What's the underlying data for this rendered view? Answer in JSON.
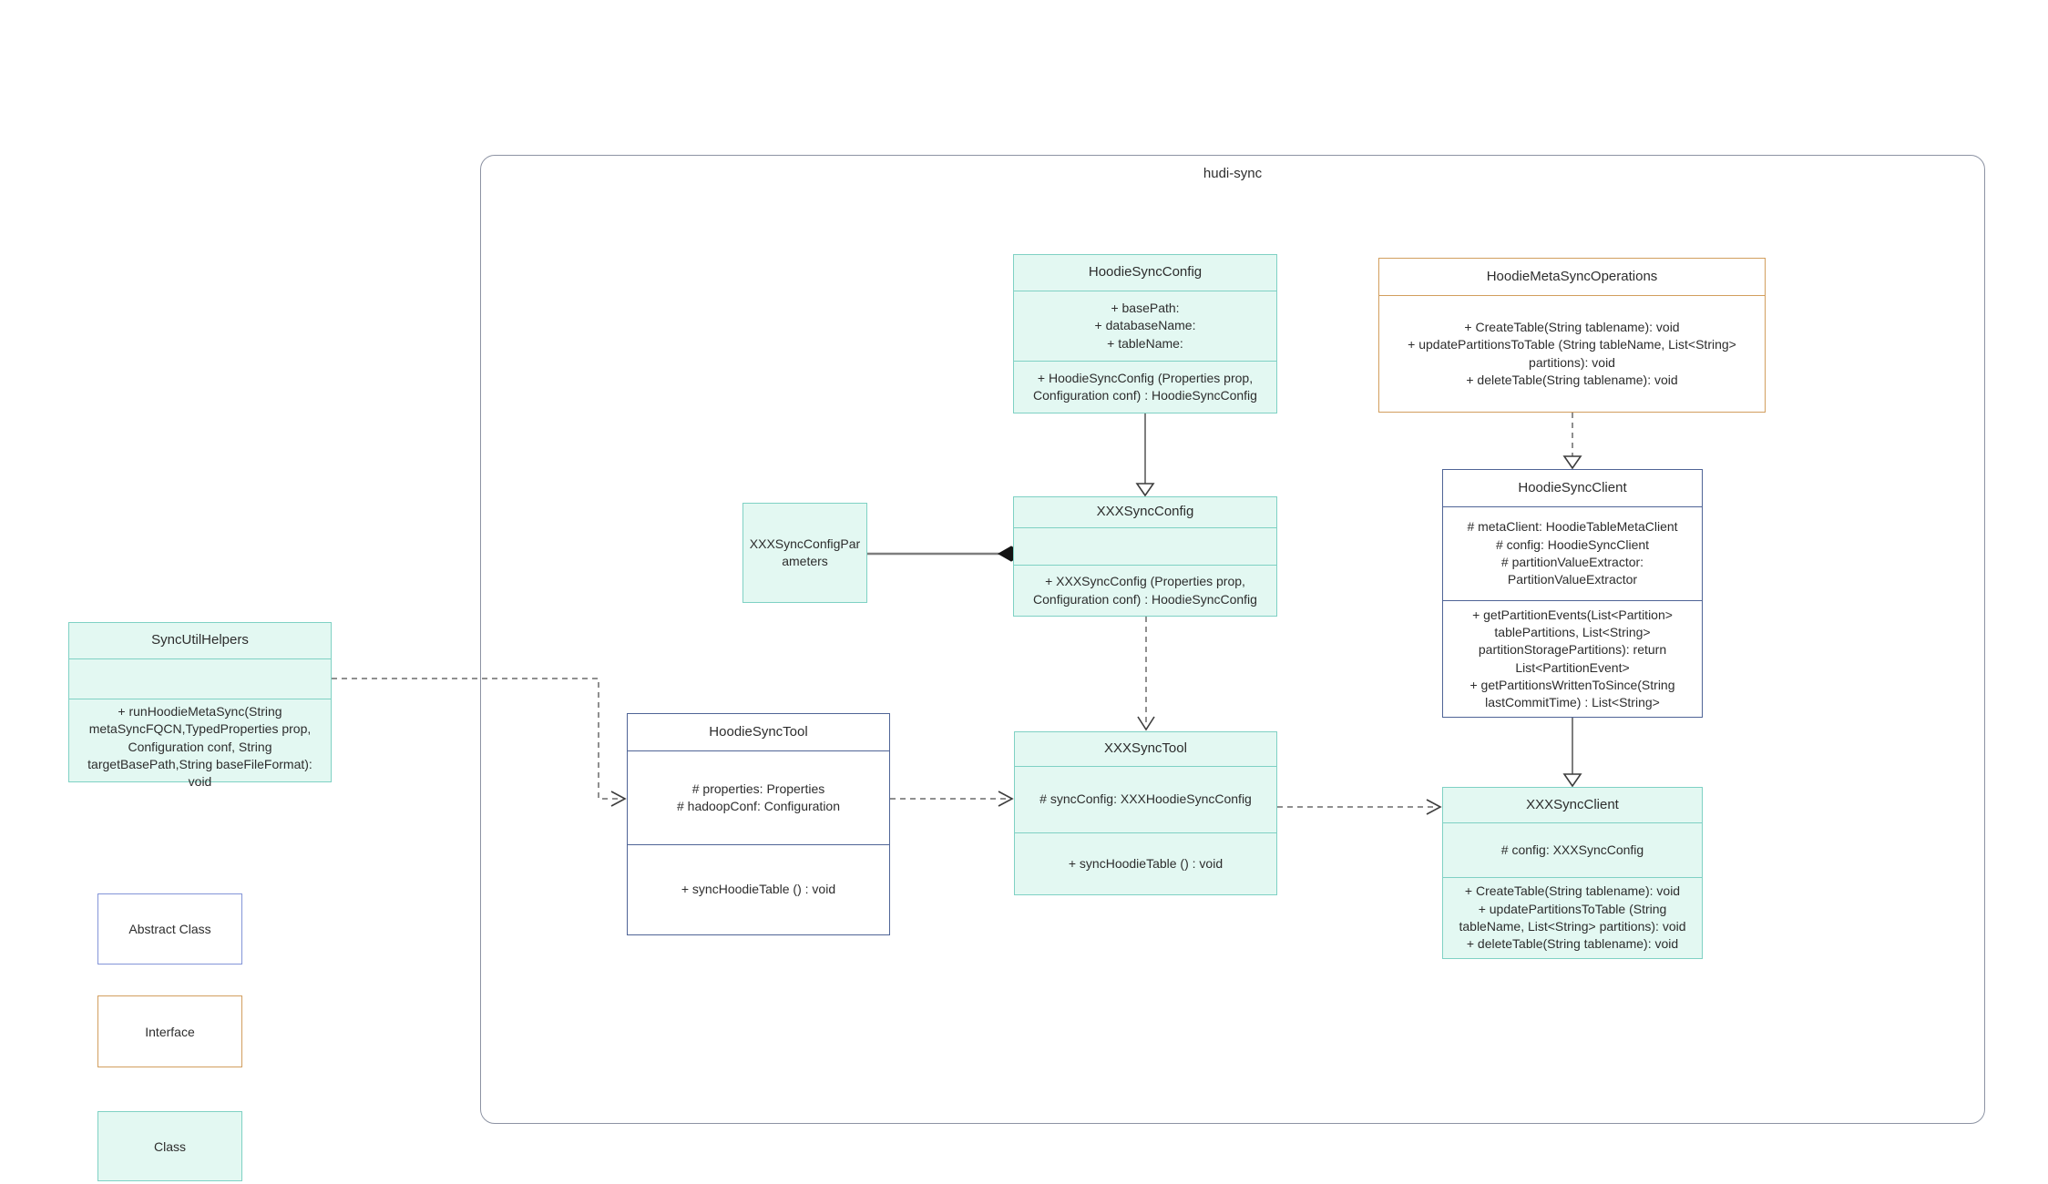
{
  "diagram": {
    "container_label": "hudi-sync",
    "classes": {
      "sync_util_helpers": {
        "title": "SyncUtilHelpers",
        "fields": [],
        "methods": [
          "+  runHoodieMetaSync(String metaSyncFQCN,TypedProperties prop, Configuration conf, String targetBasePath,String baseFileFormat): void"
        ]
      },
      "xxx_sync_config_parameters": {
        "title": "XXXSyncConfigParameters"
      },
      "hoodie_sync_config": {
        "title": "HoodieSyncConfig",
        "fields": [
          "+  basePath:",
          "+  databaseName:",
          "+  tableName:"
        ],
        "methods": [
          "+  HoodieSyncConfig (Properties prop, Configuration conf) : HoodieSyncConfig"
        ]
      },
      "hoodie_meta_sync_operations": {
        "title": "HoodieMetaSyncOperations",
        "fields": [],
        "methods": [
          "+  CreateTable(String tablename): void",
          "+  updatePartitionsToTable (String tableName, List<String> partitions): void",
          "+  deleteTable(String tablename): void"
        ]
      },
      "xxx_sync_config": {
        "title": "XXXSyncConfig",
        "fields": [],
        "methods": [
          "+  XXXSyncConfig (Properties prop, Configuration conf) : HoodieSyncConfig"
        ]
      },
      "hoodie_sync_client": {
        "title": "HoodieSyncClient",
        "fields": [
          "#  metaClient: HoodieTableMetaClient",
          "#  config: HoodieSyncClient",
          "#  partitionValueExtractor: PartitionValueExtractor"
        ],
        "methods": [
          "+  getPartitionEvents(List<Partition> tablePartitions, List<String> partitionStoragePartitions): return List<PartitionEvent>",
          "+  getPartitionsWrittenToSince(String lastCommitTime) : List<String>"
        ]
      },
      "hoodie_sync_tool": {
        "title": "HoodieSyncTool",
        "fields": [
          "#  properties: Properties",
          "#  hadoopConf: Configuration"
        ],
        "methods": [
          "+  syncHoodieTable () : void"
        ]
      },
      "xxx_sync_tool": {
        "title": "XXXSyncTool",
        "fields": [
          "#  syncConfig: XXXHoodieSyncConfig"
        ],
        "methods": [
          "+  syncHoodieTable () : void"
        ]
      },
      "xxx_sync_client": {
        "title": "XXXSyncClient",
        "fields": [
          "#  config: XXXSyncConfig"
        ],
        "methods": [
          "+  CreateTable(String tablename): void",
          "+  updatePartitionsToTable (String tableName, List<String> partitions): void",
          "+  deleteTable(String tablename): void"
        ]
      }
    },
    "relationships": [
      {
        "from": "HoodieSyncConfig",
        "to": "XXXSyncConfig",
        "type": "generalization",
        "line": "solid"
      },
      {
        "from": "HoodieMetaSyncOperations",
        "to": "HoodieSyncClient",
        "type": "realization",
        "line": "dashed"
      },
      {
        "from": "XXXSyncConfig",
        "to": "XXXSyncTool",
        "type": "dependency",
        "line": "dashed"
      },
      {
        "from": "HoodieSyncClient",
        "to": "XXXSyncClient",
        "type": "generalization",
        "line": "solid"
      },
      {
        "from": "HoodieSyncTool",
        "to": "XXXSyncTool",
        "type": "dependency",
        "line": "dashed"
      },
      {
        "from": "XXXSyncTool",
        "to": "XXXSyncClient",
        "type": "dependency",
        "line": "dashed"
      },
      {
        "from": "SyncUtilHelpers",
        "to": "HoodieSyncTool",
        "type": "dependency",
        "line": "dashed"
      },
      {
        "from": "XXXSyncConfigParameters",
        "to": "XXXSyncConfig",
        "type": "composition",
        "line": "solid"
      }
    ],
    "legend": {
      "abstract_class": "Abstract Class",
      "interface": "Interface",
      "class_": "Class"
    },
    "colors": {
      "class_fill": "#e3f8f2",
      "class_border": "#7fd1c4",
      "interface_border": "#d29e5e",
      "abstract_border": "#4f6496",
      "legend_abstract_border": "#8394d8",
      "container_border": "#8d93a3",
      "line_gray": "#7e7e7e",
      "diamond_fill": "#141414"
    }
  }
}
